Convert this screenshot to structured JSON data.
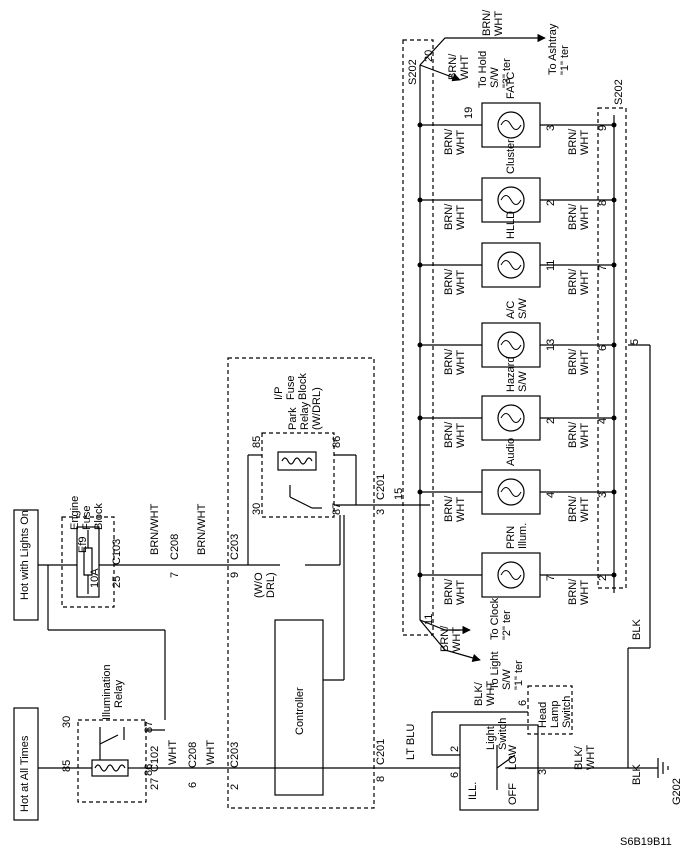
{
  "power": {
    "hot_lights_on": "Hot with Lights On",
    "hot_all_times": "Hot at All Times"
  },
  "engine_fuse_block": {
    "title_1": "Engine",
    "title_2": "Fuse",
    "title_3": "Block",
    "fuse_name": "Ef9",
    "fuse_rating": "10A"
  },
  "illumination_relay": {
    "title_1": "Illumination",
    "title_2": "Relay",
    "pin_30": "30",
    "pin_85": "85",
    "pin_86": "86",
    "pin_87": "87"
  },
  "ip_fuse_block": {
    "title_1": "I/P",
    "title_2": "Fuse",
    "title_3": "Block",
    "park_relay_1": "Park",
    "park_relay_2": "Relay",
    "park_relay_3": "(W/DRL)",
    "pin_85": "85",
    "pin_86": "86",
    "pin_87": "87",
    "pin_30": "30",
    "wo_drl_1": "(W/O",
    "wo_drl_2": "DRL)",
    "controller": "Controller"
  },
  "connectors": {
    "c103": "C103",
    "c103_pin": "25",
    "c208_top": "C208",
    "c208_top_pin": "7",
    "c203_top": "C203",
    "c203_top_pin": "9",
    "c201_top": "C201",
    "c201_top_pin": "3",
    "c102": "C102",
    "c102_pin": "27",
    "c208_bot": "C208",
    "c208_bot_pin": "6",
    "c203_bot": "C203",
    "c203_bot_pin": "2",
    "c201_bot": "C201",
    "c201_bot_pin": "8",
    "s202_left": "S202",
    "s202_right": "S202",
    "g202": "G202",
    "pin_15": "15"
  },
  "wires": {
    "brn_wht": "BRN/WHT",
    "brn": "BRN/",
    "wht": "WHT",
    "blk": "BLK",
    "blk_slash": "BLK/",
    "lt_blu": "LT BLU"
  },
  "lamps": [
    {
      "name_1": "FATC",
      "name_2": "",
      "left_pin": "19",
      "right_pin": "3",
      "ret_pin": "9"
    },
    {
      "name_1": "Cluster",
      "name_2": "",
      "left_pin": "",
      "right_pin": "2",
      "ret_pin": "8"
    },
    {
      "name_1": "HLLD",
      "name_2": "",
      "left_pin": "",
      "right_pin": "11",
      "ret_pin": "7"
    },
    {
      "name_1": "A/C",
      "name_2": "S/W",
      "left_pin": "",
      "right_pin": "13",
      "ret_pin": "6"
    },
    {
      "name_1": "Hazard",
      "name_2": "S/W",
      "left_pin": "",
      "right_pin": "2",
      "ret_pin": "4"
    },
    {
      "name_1": "Audio",
      "name_2": "",
      "left_pin": "",
      "right_pin": "4",
      "ret_pin": "3"
    },
    {
      "name_1": "PRN",
      "name_2": "Illum.",
      "left_pin": "",
      "right_pin": "7",
      "ret_pin": "2"
    }
  ],
  "destinations": {
    "ashtray_1": "To Ashtray",
    "ashtray_2": "\"1\" ter",
    "hold_1": "To Hold",
    "hold_2": "S/W",
    "hold_3": "\"3\" ter",
    "clock_1": "To Clock",
    "clock_2": "\"2\" ter",
    "light_1": "To Light",
    "light_2": "S/W",
    "light_3": "\"1\" ter",
    "pin_20": "20",
    "pin_11": "11",
    "pin_5": "5"
  },
  "light_switch": {
    "title_1": "Light",
    "title_2": "Switch",
    "pos_ill": "ILL.",
    "pos_low": "LOW",
    "pos_off": "OFF",
    "pin_6": "6",
    "pin_2": "2",
    "pin_3": "3",
    "head_1": "Head",
    "head_2": "Lamp",
    "head_3": "Switch"
  },
  "figure_id": "S6B19B11"
}
